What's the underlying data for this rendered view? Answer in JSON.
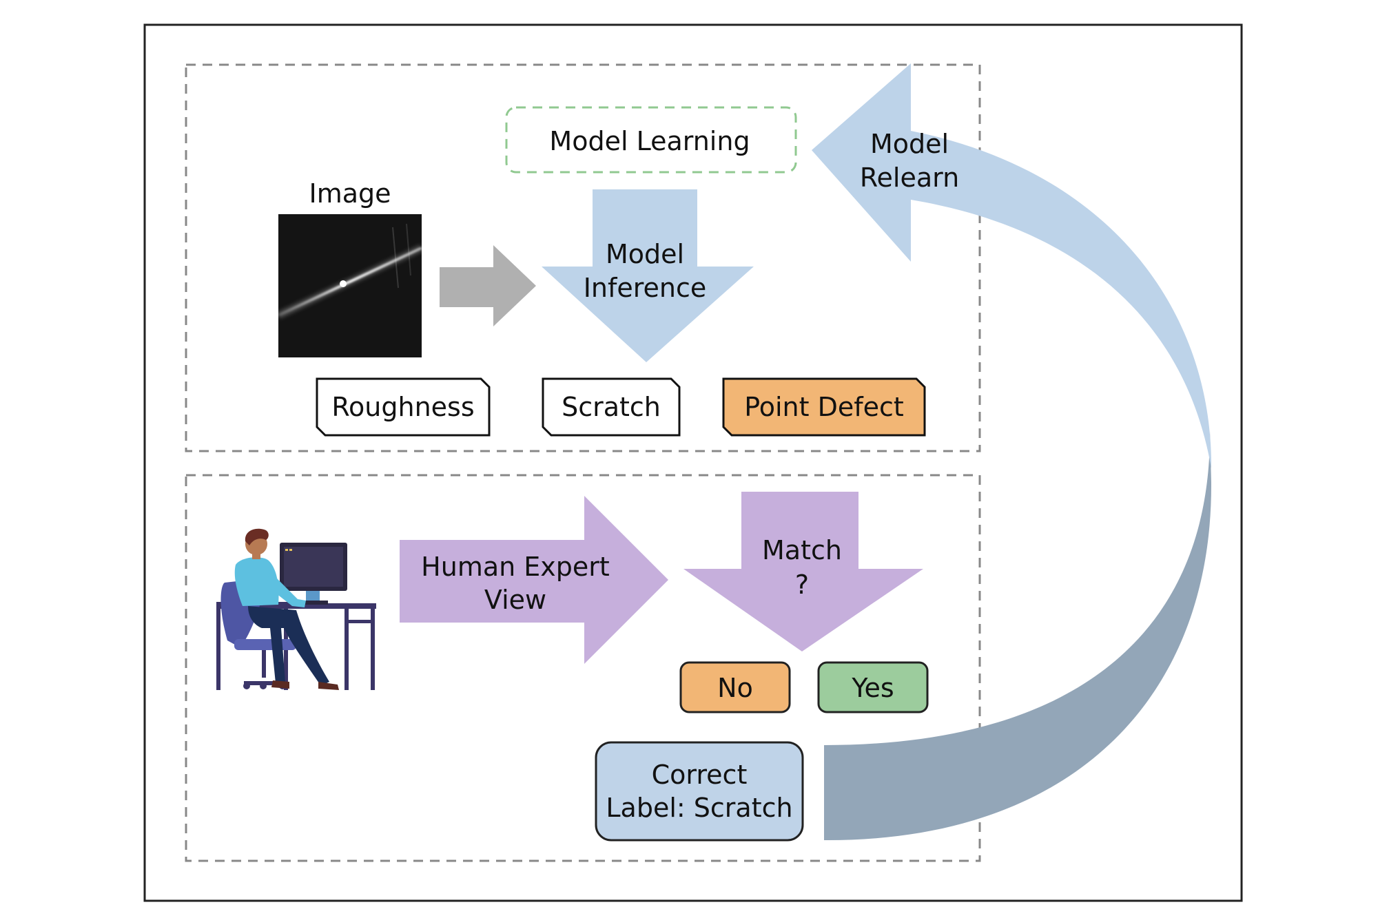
{
  "top_panel": {
    "model_learning": "Model Learning",
    "image_label": "Image",
    "model_inference_line1": "Model",
    "model_inference_line2": "Inference",
    "classes": [
      "Roughness",
      "Scratch",
      "Point Defect"
    ]
  },
  "relearn": {
    "line1": "Model",
    "line2": "Relearn"
  },
  "bottom_panel": {
    "human_expert_line1": "Human Expert",
    "human_expert_line2": "View",
    "match_line1": "Match",
    "match_line2": "?",
    "no_label": "No",
    "yes_label": "Yes",
    "correct_line1": "Correct",
    "correct_line2": "Label: Scratch"
  },
  "colors": {
    "blue_arrow": "#bdd3e9",
    "blue_arrow_dark": "#93a6b8",
    "gray_arrow": "#b0b0b0",
    "purple_arrow": "#c6afdc",
    "orange": "#f2b675",
    "green": "#9ccc9d",
    "correct_box": "#bfd3e8",
    "dash_green": "#90c990"
  },
  "icons": [
    "computer-user-icon"
  ]
}
